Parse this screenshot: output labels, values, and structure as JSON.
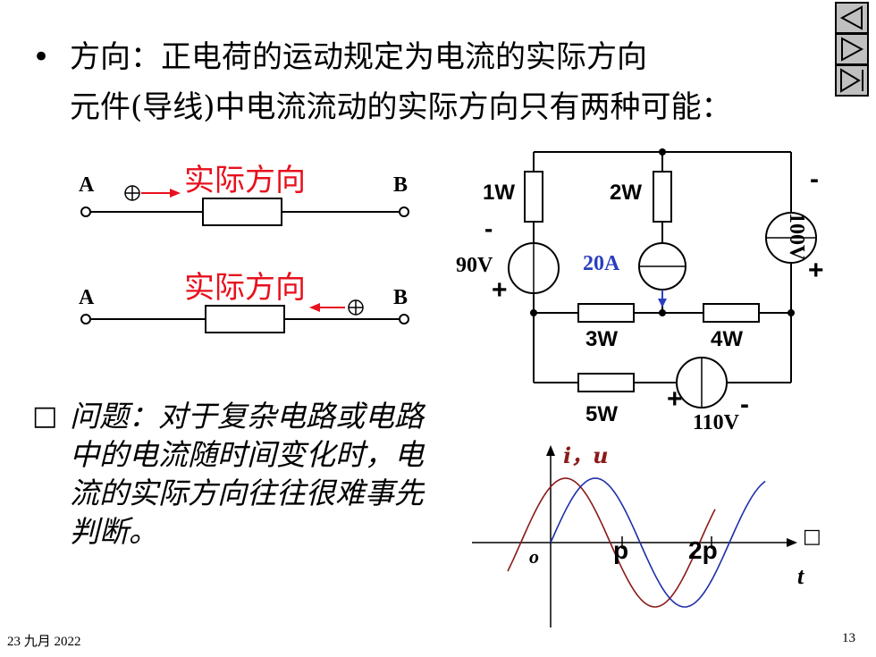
{
  "bullet_text": "方向：正电荷的运动规定为电流的实际方向",
  "subline_text": "元件(导线)中电流流动的实际方向只有两种可能：",
  "diagram1": {
    "label_a": "A",
    "label_b": "B",
    "direction_label": "实际方向"
  },
  "diagram2": {
    "label_a": "A",
    "label_b": "B",
    "direction_label": "实际方向"
  },
  "question": {
    "marker": "□",
    "text": "问题：对于复杂电路或电路中的电流随时间变化时，电流的实际方向往往很难事先判断。"
  },
  "circuit": {
    "r_1w": "1W",
    "r_2w": "2W",
    "r_3w": "3W",
    "r_4w": "4W",
    "r_5w": "5W",
    "v_90": "90V",
    "i_20a": "20A",
    "v_100": "100V",
    "v_110": "110V",
    "minus": "-",
    "plus": "+"
  },
  "waveform": {
    "axis_label_y": "i，u",
    "origin": "o",
    "pi": "p",
    "two_pi": "2p",
    "t": "t",
    "arrow_glyph": "□",
    "colors": {
      "i": "#8b1a1a",
      "u": "#1f2fa8"
    }
  },
  "nav": {
    "prev_icon": "triangle-left-icon",
    "next_icon": "triangle-right-icon",
    "last_icon": "triangle-right-bar-icon"
  },
  "footer": {
    "date": "23 九月 2022",
    "page": "13"
  }
}
